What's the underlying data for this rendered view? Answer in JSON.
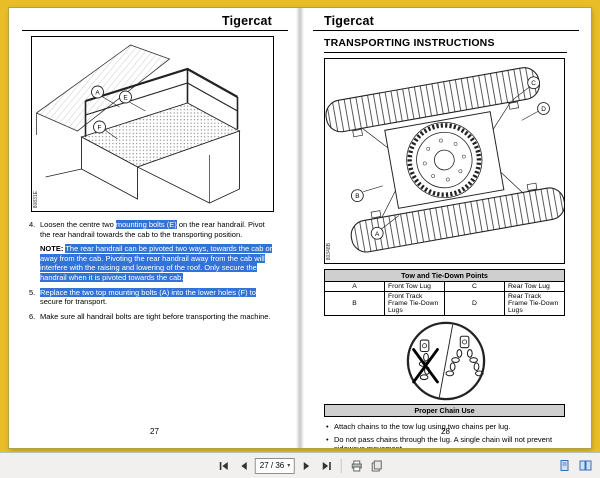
{
  "colors": {
    "frame_yellow": "#e9bd27",
    "selection_blue": "#3273d9",
    "table_header_gray": "#cfcfcf",
    "toolbar_bg": "#f1f0ee"
  },
  "toolbar": {
    "page_indicator": "27 / 36",
    "caret": "▾",
    "icons": [
      "first-page-icon",
      "previous-page-icon",
      "next-page-icon",
      "last-page-icon",
      "print-icon",
      "snapshot-icon",
      "single-page-view-icon",
      "facing-page-view-icon"
    ]
  },
  "left_page": {
    "brand": "Tigercat",
    "figure_label": "80831E",
    "callouts": [
      "A",
      "E",
      "F"
    ],
    "step4": {
      "num": "4.",
      "pre": "Loosen the centre two ",
      "hl": "mounting bolts (E)",
      "post": " on the rear handrail. Pivot the rear handrail towards the cab to the transporting position."
    },
    "note": {
      "label": "NOTE:",
      "hl": "The rear handrail can be pivoted two ways, towards the cab or away from the cab. Pivoting the rear handrail away from the cab will interfere with the raising and lowering of the roof. Only secure the handrail when it is pivoted towards the cab."
    },
    "step5": {
      "num": "5.",
      "hl": "Replace the two top mounting bolts (A) into the lower holes (F) to",
      "post": " secure for transport."
    },
    "step6": {
      "num": "6.",
      "text": "Make sure all handrail bolts are tight before transporting the machine."
    },
    "page_number": "27"
  },
  "right_page": {
    "brand": "Tigercat",
    "title": "TRANSPORTING INSTRUCTIONS",
    "figure_label": "80348B",
    "callouts": [
      "C",
      "D",
      "B",
      "A"
    ],
    "table": {
      "title": "Tow and Tie-Down Points",
      "rows": [
        {
          "k1": "A",
          "v1": "Front Tow Lug",
          "k2": "C",
          "v2": "Rear Tow Lug"
        },
        {
          "k1": "B",
          "v1": "Front Track Frame Tie-Down Lugs",
          "k2": "D",
          "v2": "Rear Track Frame Tie-Down Lugs"
        }
      ]
    },
    "chain_header": "Proper Chain Use",
    "bullet_char": "•",
    "bullets": [
      "Attach chains to the tow lug using two chains per lug.",
      "Do not pass chains through the lug. A single chain will not prevent sideways movement."
    ],
    "page_number": "28"
  }
}
